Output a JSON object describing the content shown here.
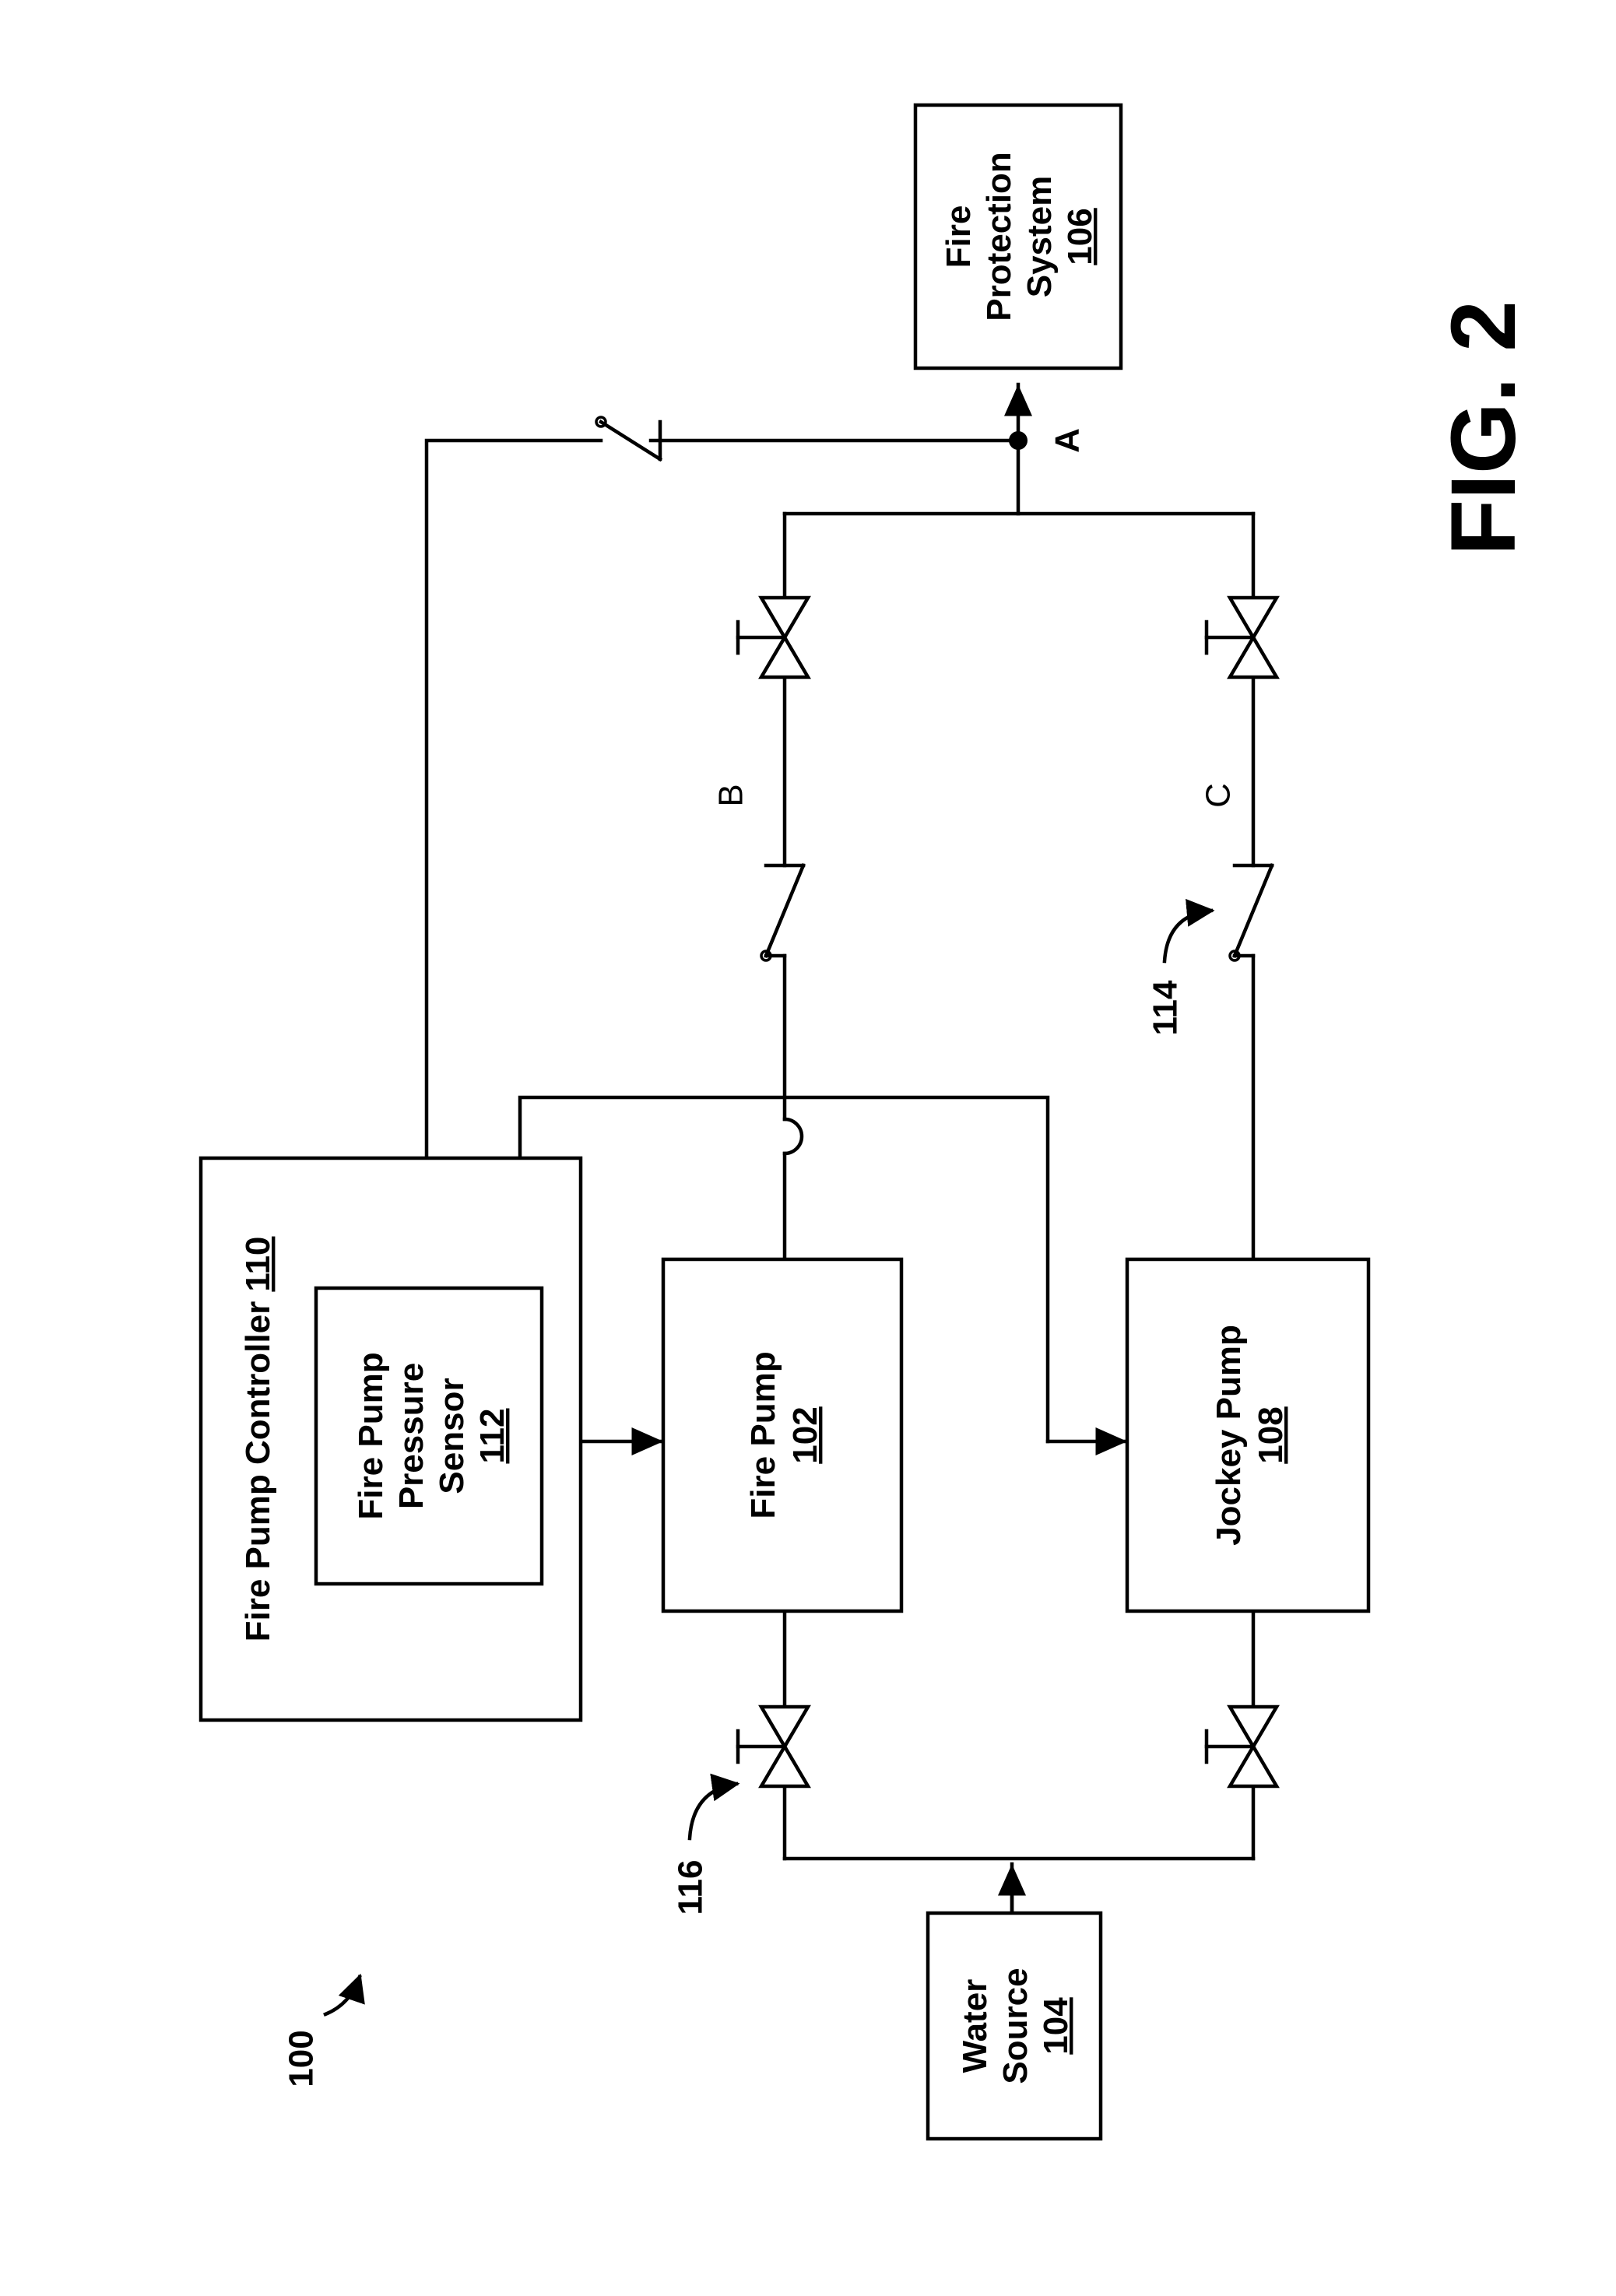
{
  "figure": {
    "label": "FIG. 2",
    "ref": "100"
  },
  "boxes": {
    "controller": {
      "name": "Fire Pump Controller",
      "number": "110"
    },
    "sensor": {
      "line1": "Fire Pump",
      "line2": "Pressure",
      "line3": "Sensor",
      "number": "112"
    },
    "fire_pump": {
      "name": "Fire Pump",
      "number": "102"
    },
    "jockey_pump": {
      "name": "Jockey Pump",
      "number": "108"
    },
    "water_source": {
      "line1": "Water",
      "line2": "Source",
      "number": "104"
    },
    "fire_protection": {
      "line1": "Fire",
      "line2": "Protection",
      "line3": "System",
      "number": "106"
    }
  },
  "callouts": {
    "check_valve": "114",
    "gate_valve": "116"
  },
  "points": {
    "a": "A",
    "b": "B",
    "c": "C"
  }
}
